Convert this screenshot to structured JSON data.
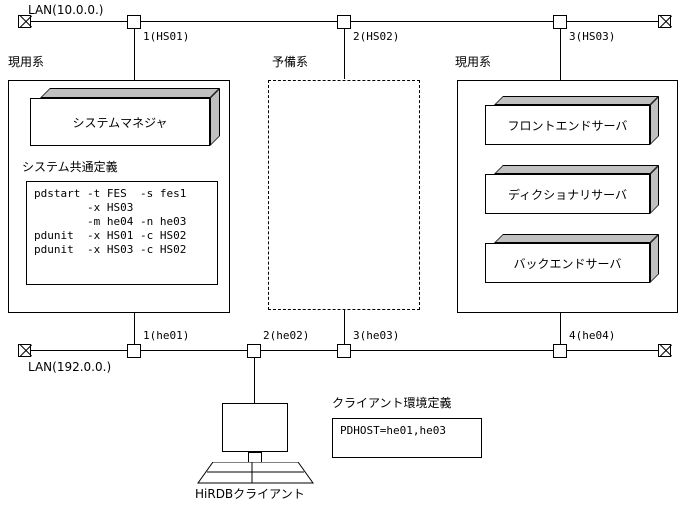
{
  "networks": {
    "top": {
      "name": "LAN(10.0.0.)",
      "nodes": [
        {
          "label": "1(HS01)"
        },
        {
          "label": "2(HS02)"
        },
        {
          "label": "3(HS03)"
        }
      ]
    },
    "bottom": {
      "name": "LAN(192.0.0.)",
      "nodes": [
        {
          "label": "1(he01)"
        },
        {
          "label": "2(he02)"
        },
        {
          "label": "3(he03)"
        },
        {
          "label": "4(he04)"
        }
      ]
    }
  },
  "systems": {
    "left": {
      "caption": "現用系",
      "manager": "システムマネジャ",
      "definition_title": "システム共通定義",
      "definition_code": "pdstart -t FES  -s fes1\n        -x HS03\n        -m he04 -n he03\npdunit  -x HS01 -c HS02\npdunit  -x HS03 -c HS02"
    },
    "middle": {
      "caption": "予備系"
    },
    "right": {
      "caption": "現用系",
      "servers": [
        "フロントエンドサーバ",
        "ディクショナリサーバ",
        "バックエンドサーバ"
      ]
    }
  },
  "client": {
    "caption": "HiRDBクライアント",
    "env_title": "クライアント環境定義",
    "env_code": "PDHOST=he01,he03"
  },
  "colors": {
    "line": "#000000",
    "slab_shade": "#c0c0c0",
    "background": "#ffffff"
  }
}
